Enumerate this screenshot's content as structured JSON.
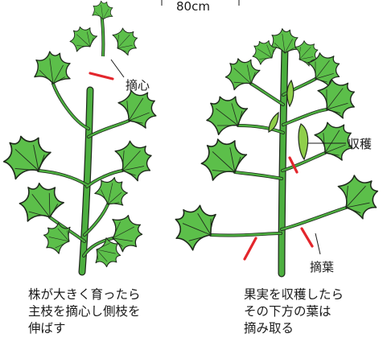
{
  "height_label": "80cm",
  "left_plant": {
    "cut_label": "摘心",
    "caption": [
      "株が大きく育ったら",
      "主枝を摘心し側枝を",
      "伸ばす"
    ]
  },
  "right_plant": {
    "harvest_label": "収穫",
    "leaf_label": "摘葉",
    "caption": [
      "果実を収穫したら",
      "その下方の葉は",
      "摘み取る"
    ]
  },
  "colors": {
    "leaf": "#5cbf4a",
    "leaf_dark": "#3f9a35",
    "stem": "#4caf3f",
    "pod": "#8fcf4a",
    "cut_mark": "#e3262c",
    "outline": "#1f2a1c"
  }
}
